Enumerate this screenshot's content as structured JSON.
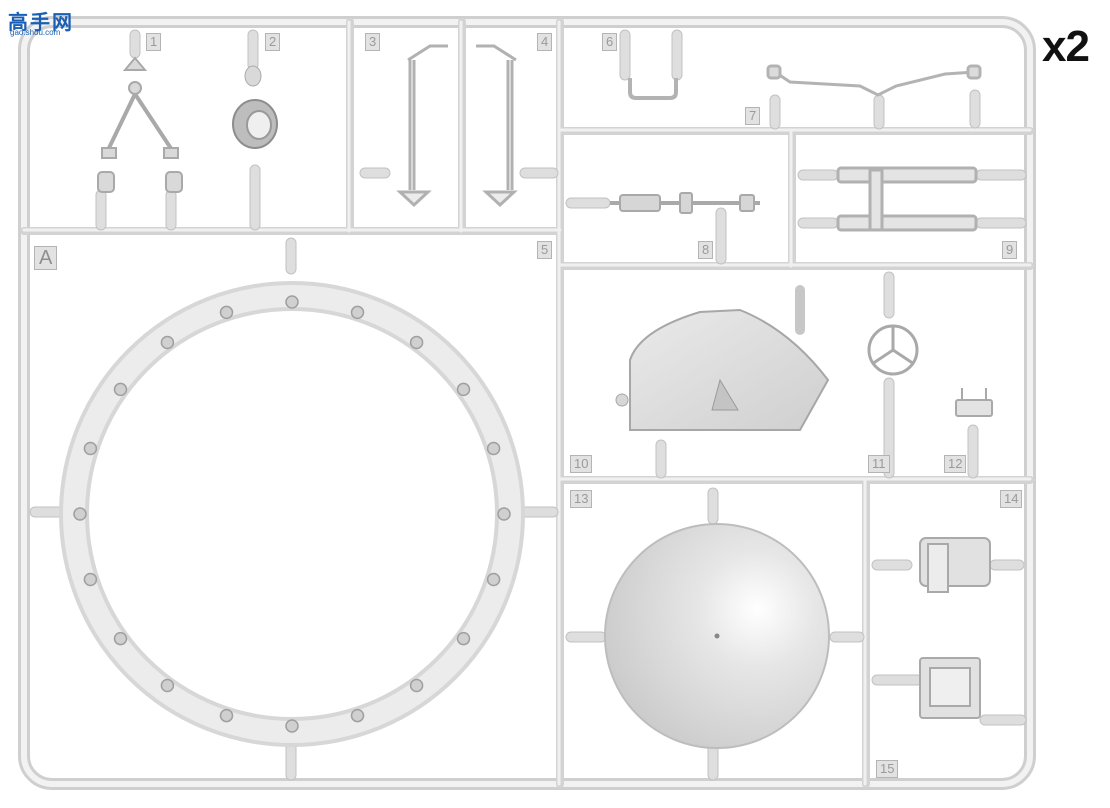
{
  "watermark": {
    "main": "高手网",
    "sub": "gao.shou.com"
  },
  "multiplier": "x2",
  "frame_label": "A",
  "part_numbers": [
    "1",
    "2",
    "3",
    "4",
    "5",
    "6",
    "7",
    "8",
    "9",
    "10",
    "11",
    "12",
    "13",
    "14",
    "15"
  ],
  "colors": {
    "plastic": "#e6e6e6",
    "plastic_edge": "#bdbdbd",
    "clear_ring": "#eeeeee",
    "label_text": "#9a9a9a"
  }
}
